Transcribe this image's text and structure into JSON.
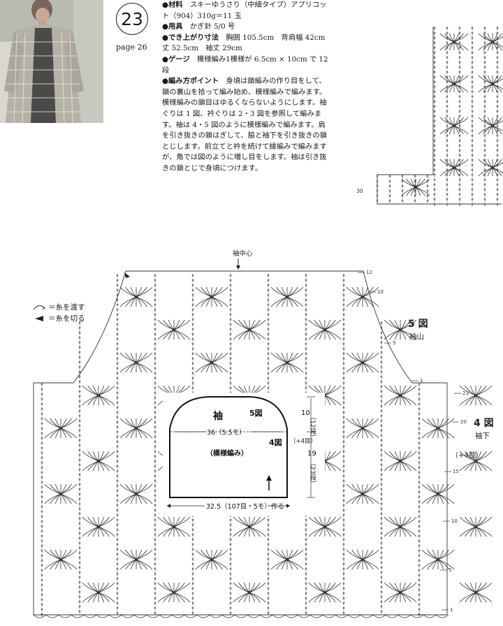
{
  "pattern": {
    "number": "23",
    "page_ref": "page 26"
  },
  "photo": {
    "alt_name": "lace-cardigan-photo"
  },
  "instructions": [
    {
      "key": "●材料",
      "text": "スキーゆうさり（中細タイプ）アプリコット（904）310g＝11 玉"
    },
    {
      "key": "●用具",
      "text": "かぎ針 5/0 号"
    },
    {
      "key": "●でき上がり寸法",
      "text": "胸囲 105.5cm　背肩幅 42cm　丈 52.5cm　袖丈 29cm"
    },
    {
      "key": "●ゲージ",
      "text": "模様編み1模様が 6.5cm × 10cm で 12 段"
    },
    {
      "key": "●編み方ポイント",
      "text": "身頃は鎖編みの作り目をして、鎖の裏山を拾って編み始め、模様編みで編みます。模様編みの鎖目はゆるくならないようにします。袖ぐりは 1 図、衿ぐりは 2・3 図を参照して編みます。袖は 4・5 図のように模様編みで編みます。肩を引き抜きの鎖はぎして、脇と袖下を引き抜きの鎖とじします。前立てと衿を続けて縁編みで編みますが、角では図のように増し目をします。袖は引き抜きの鎖とじで身頃につけます。"
    }
  ],
  "legend": {
    "join_yarn": "＝糸を渡す",
    "cut_yarn": "＝糸を切る"
  },
  "top_chart": {
    "row_label": "30"
  },
  "main_chart": {
    "sleeve_center": "袖中心",
    "fig5": {
      "title": "5 図",
      "subtitle": "袖山"
    },
    "fig4": {
      "title": "4 図",
      "subtitle": "袖下",
      "increase": "（+4目）"
    },
    "row_markers": {
      "r12": "12",
      "r10": "10",
      "r5": "5",
      "r1": "1",
      "r23": "23",
      "r20": "20",
      "r15": "15",
      "rb10": "10",
      "rb5": "5",
      "rb1": "1"
    }
  },
  "schematic": {
    "title": "袖",
    "fig5_label": "5図",
    "fig4_label": "4図",
    "width_label": "36（5.5モ）",
    "increase": "（+4目）",
    "stitch_label": "（模様編み）",
    "cap_height": "10",
    "cap_rows": "（12段）",
    "body_height": "19",
    "body_rows": "（23段）",
    "base_label": "32.5（107目・5モ）作る"
  }
}
